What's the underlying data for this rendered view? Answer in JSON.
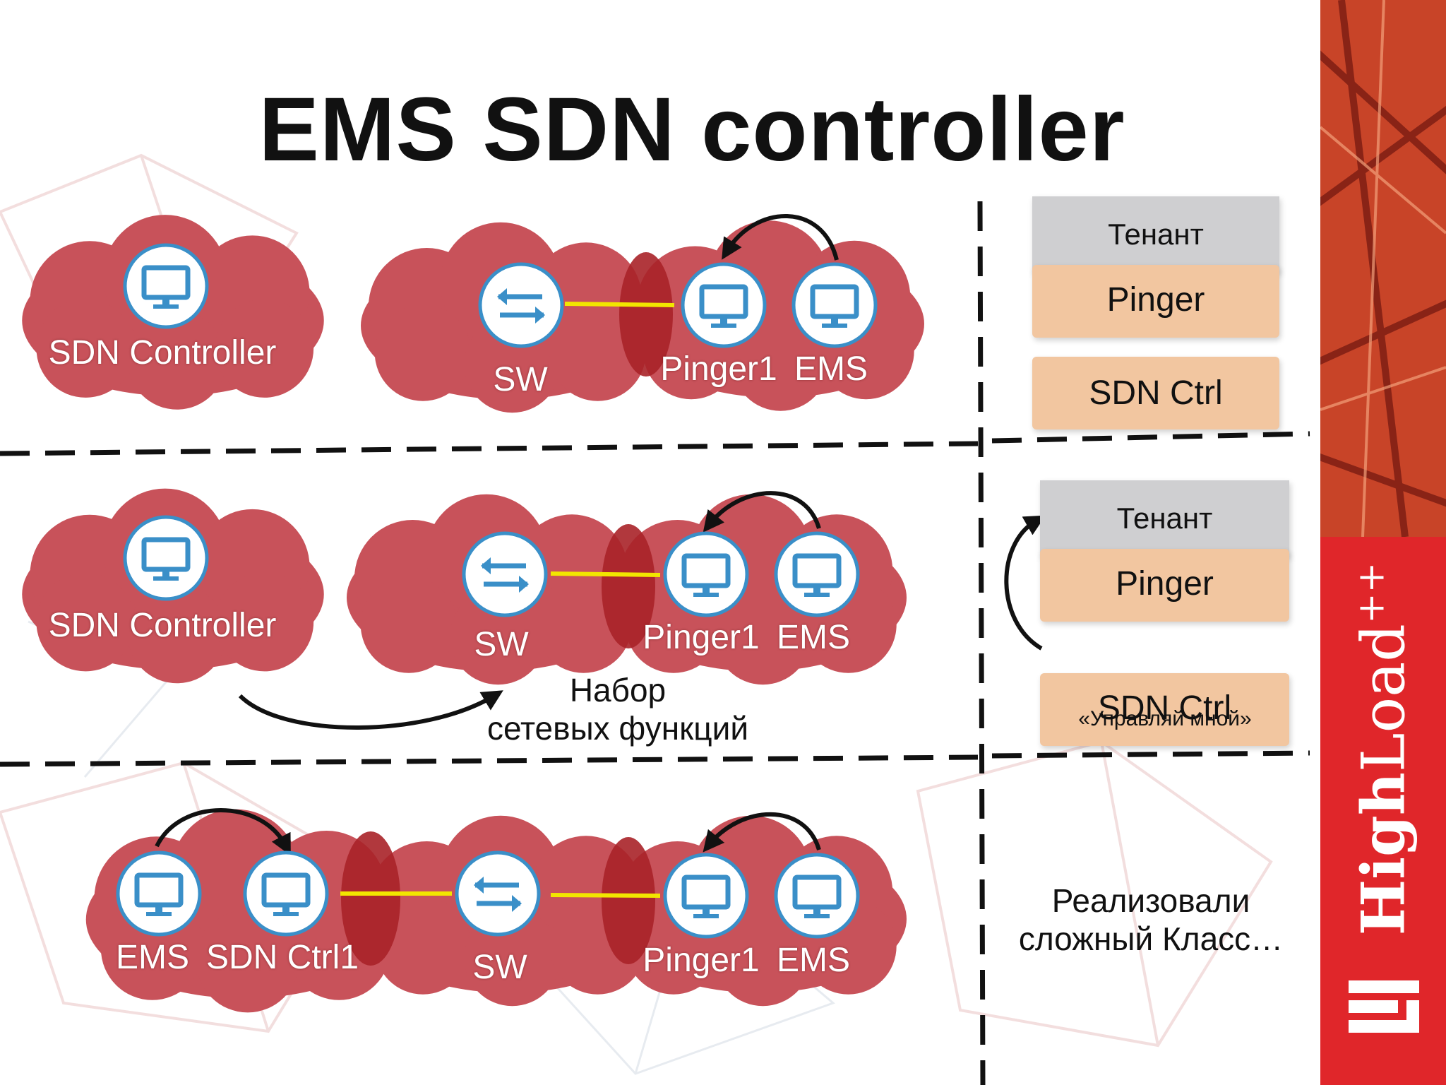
{
  "slide": {
    "title": "EMS SDN controller",
    "rows": [
      {
        "sdn_controller_label": "SDN Controller",
        "sw_label": "SW",
        "pinger_label": "Pinger1",
        "ems_label": "EMS",
        "stack": {
          "tenant": "Тенант",
          "pinger": "Pinger",
          "sdn_ctrl": "SDN Ctrl"
        }
      },
      {
        "sdn_controller_label": "SDN Controller",
        "sw_label": "SW",
        "pinger_label": "Pinger1",
        "ems_label": "EMS",
        "note_line1": "Набор",
        "note_line2": "сетевых функций",
        "stack": {
          "tenant": "Тенант",
          "pinger": "Pinger",
          "sdn_ctrl": "SDN Ctrl",
          "overlay": "«Управляй мной»"
        }
      },
      {
        "ems_label": "EMS",
        "sdn_ctrl_label": "SDN Ctrl1",
        "sw_label": "SW",
        "pinger_label": "Pinger1",
        "ems2_label": "EMS",
        "result_line1": "Реализовали",
        "result_line2": "сложный Класс…"
      }
    ]
  },
  "brand": {
    "name": "HighLoad",
    "suffix": "++"
  },
  "colors": {
    "cloud": "#c8525a",
    "cloud_overlap": "#a82228",
    "link": "#f2e600",
    "icon": "#3a8fc8",
    "peach_box": "#f2c6a0",
    "grey_box": "#cfcfd1",
    "brand_red": "#e0262a"
  },
  "icons": [
    "monitor-icon",
    "switch-icon",
    "curved-arrow-icon"
  ]
}
